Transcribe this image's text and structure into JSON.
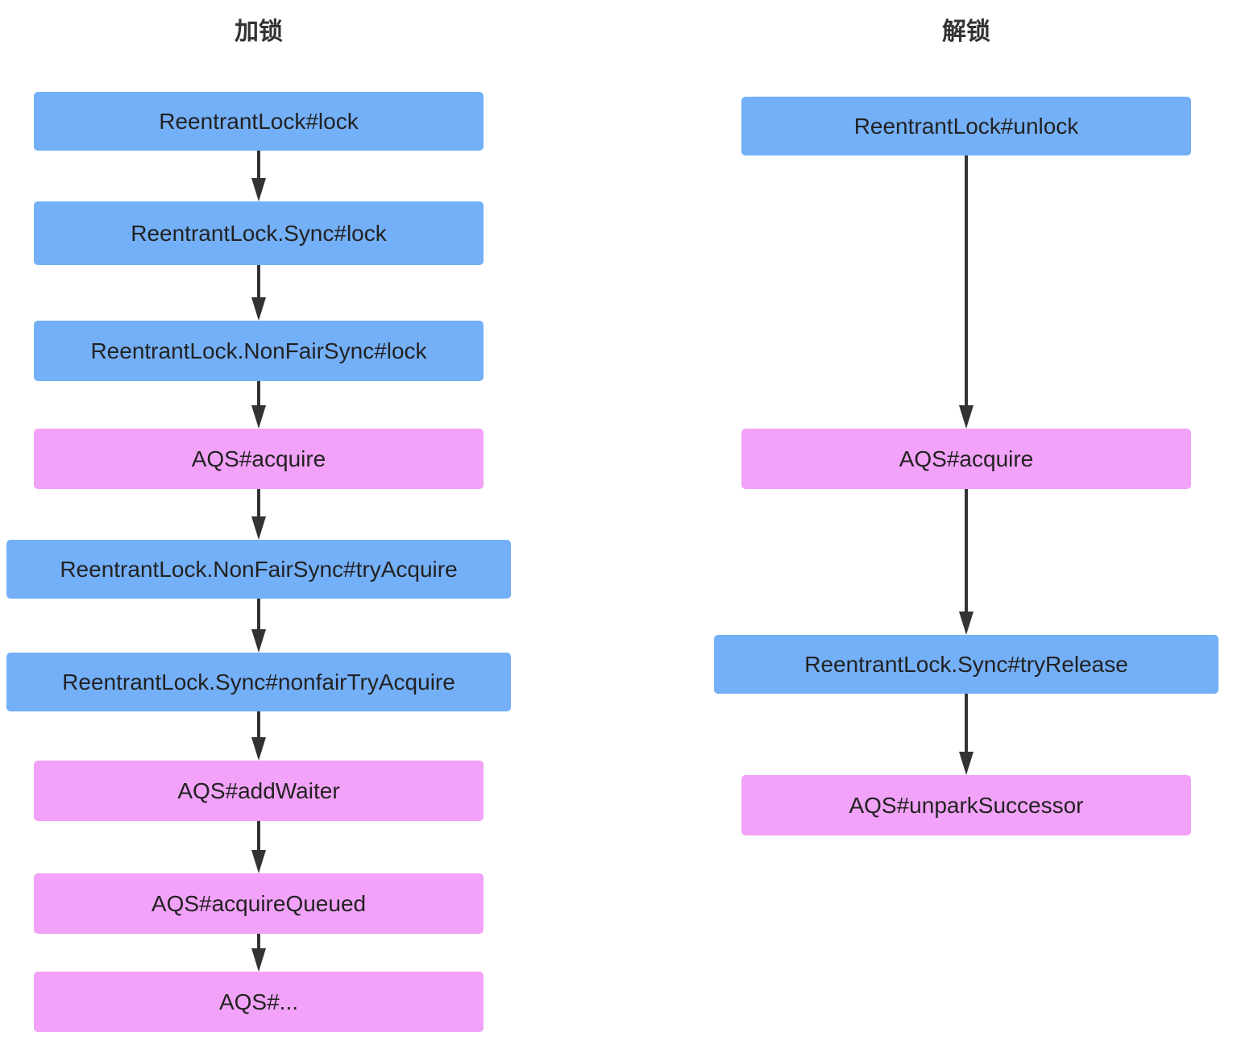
{
  "lock_flow": {
    "title": "加锁",
    "steps": [
      {
        "label": "ReentrantLock#lock",
        "color": "#74b0f8"
      },
      {
        "label": "ReentrantLock.Sync#lock",
        "color": "#74b0f8"
      },
      {
        "label": "ReentrantLock.NonFairSync#lock",
        "color": "#74b0f8"
      },
      {
        "label": "AQS#acquire",
        "color": "#f2a2f8"
      },
      {
        "label": "ReentrantLock.NonFairSync#tryAcquire",
        "color": "#74b0f8"
      },
      {
        "label": "ReentrantLock.Sync#nonfairTryAcquire",
        "color": "#74b0f8"
      },
      {
        "label": "AQS#addWaiter",
        "color": "#f2a2f8"
      },
      {
        "label": "AQS#acquireQueued",
        "color": "#f2a2f8"
      },
      {
        "label": "AQS#...",
        "color": "#f2a2f8"
      }
    ]
  },
  "unlock_flow": {
    "title": "解锁",
    "steps": [
      {
        "label": "ReentrantLock#unlock",
        "color": "#74b0f8"
      },
      {
        "label": "AQS#acquire",
        "color": "#f2a2f8"
      },
      {
        "label": "ReentrantLock.Sync#tryRelease",
        "color": "#74b0f8"
      },
      {
        "label": "AQS#unparkSuccessor",
        "color": "#f2a2f8"
      }
    ]
  },
  "arrow_color": "#333333"
}
